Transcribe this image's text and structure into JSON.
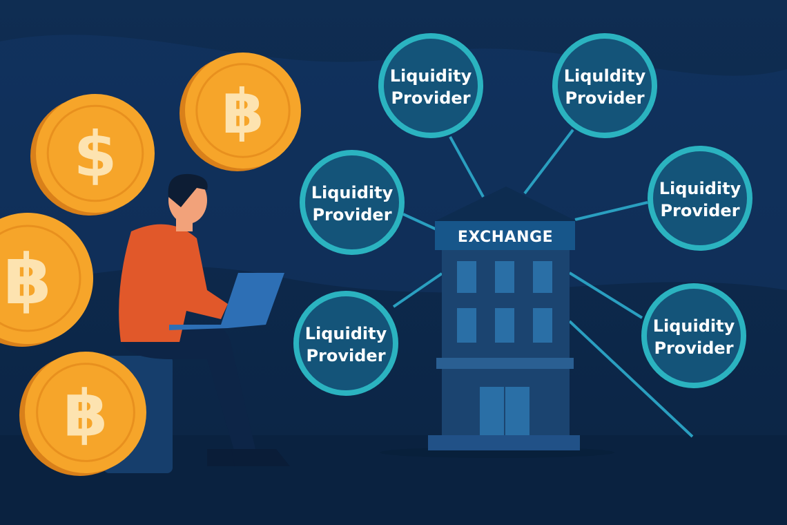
{
  "exchange": {
    "label": "EXCHANGE"
  },
  "providers": [
    {
      "line1": "Liquidity",
      "line2": "Provider"
    },
    {
      "line1": "Liquldity",
      "line2": "Provider"
    },
    {
      "line1": "Liquidity",
      "line2": "Provider"
    },
    {
      "line1": "Liquidity",
      "line2": "Provider"
    },
    {
      "line1": "Liquidity",
      "line2": "Provider"
    },
    {
      "line1": "Liquidity",
      "line2": "Provider"
    }
  ],
  "coins": [
    {
      "symbol": "$",
      "name": "dollar"
    },
    {
      "symbol": "฿",
      "name": "bitcoin"
    },
    {
      "symbol": "฿",
      "name": "bitcoin"
    },
    {
      "symbol": "฿",
      "name": "bitcoin"
    }
  ],
  "colors": {
    "background": "#0e2b4f",
    "ring": "#2bb3c0",
    "circle_fill": "#145479",
    "coin": "#f6a52a",
    "building": "#143a63",
    "shirt": "#e1582a"
  }
}
